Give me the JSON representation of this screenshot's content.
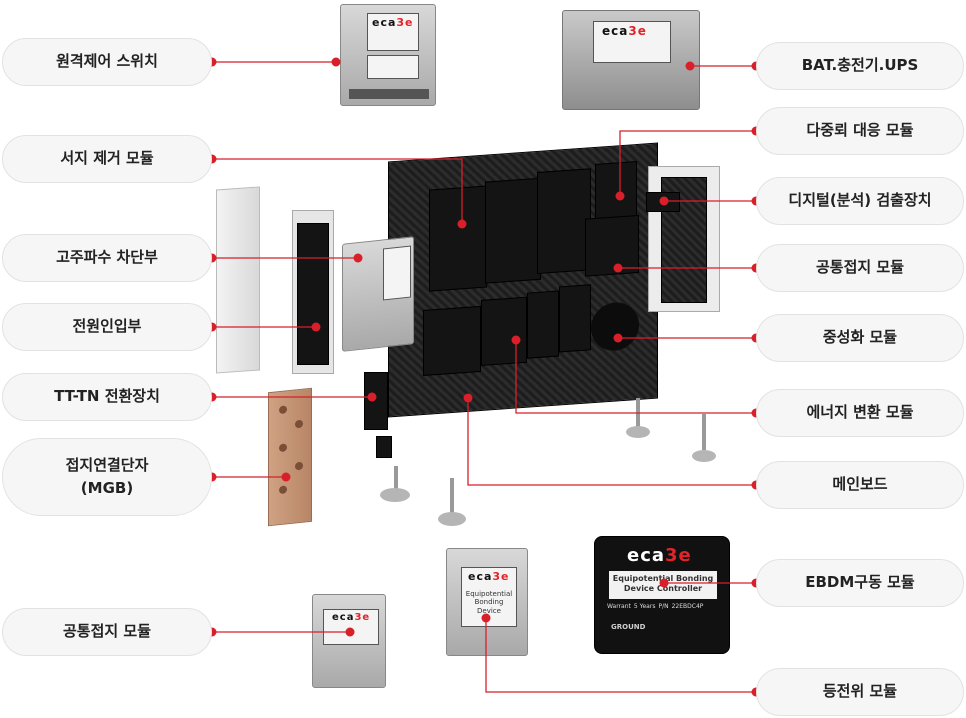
{
  "labels": {
    "remote_switch": "원격제어 스위치",
    "bat_ups": "BAT.충전기.UPS",
    "surge_module": "서지 제거 모듈",
    "multi_lightning": "다중뢰 대응 모듈",
    "digital_detector": "디지털(분석) 검출장치",
    "hf_blocker": "고주파수 차단부",
    "common_ground_1": "공통접지 모듈",
    "power_input": "전원인입부",
    "neutralize": "중성화 모듈",
    "tt_tn": "TT-TN 전환장치",
    "energy_convert": "에너지 변환 모듈",
    "mgb_line1": "접지연결단자",
    "mgb_line2": "(MGB)",
    "mainboard": "메인보드",
    "ebdm": "EBDM구동 모듈",
    "common_ground_2": "공통접지 모듈",
    "equipotential": "등전위 모듈"
  },
  "device_text": {
    "brand_left": "eca",
    "brand_right": "3e",
    "ebdm_line1": "Equipotential Bonding",
    "ebdm_line2": "Device Controller",
    "ebdm_warrant": "Warrant",
    "ebdm_years": "5 Years",
    "ebdm_pn": "P/N",
    "ebdm_part": "22EBDC4P",
    "ebdm_maker": "GROUND",
    "equi_line1": "Equipotential",
    "equi_line2": "Bonding Device"
  },
  "colors": {
    "accent": "#d81f2a",
    "pill_bg": "#f6f6f6",
    "pill_border": "#e2e2e2"
  }
}
